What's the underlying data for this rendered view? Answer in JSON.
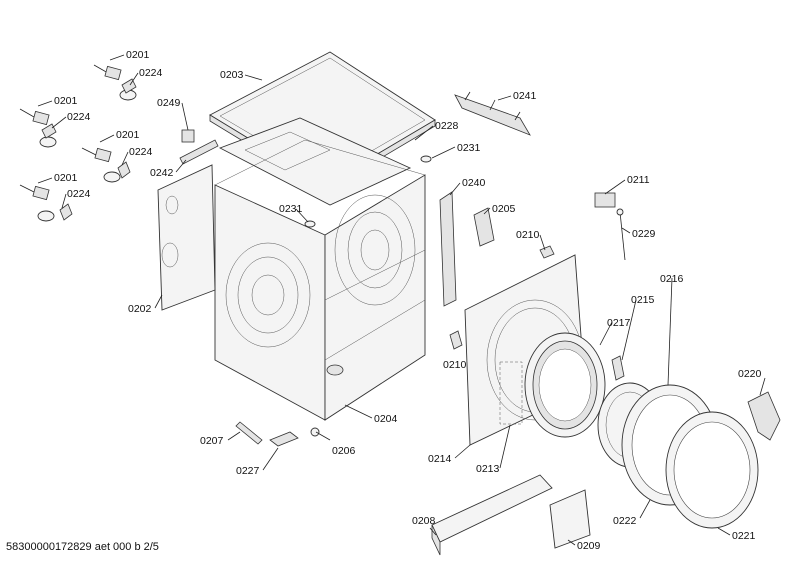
{
  "footer": "58300000172829 aet 000 b 2/5",
  "parts": {
    "p0201a": "0201",
    "p0224a": "0224",
    "p0201b": "0201",
    "p0224b": "0224",
    "p0201c": "0201",
    "p0224c": "0224",
    "p0201d": "0201",
    "p0224d": "0224",
    "p0203": "0203",
    "p0249": "0249",
    "p0228": "0228",
    "p0231a": "0231",
    "p0231b": "0231",
    "p0242": "0242",
    "p0241": "0241",
    "p0240": "0240",
    "p0205": "0205",
    "p0210a": "0210",
    "p0210b": "0210",
    "p0211": "0211",
    "p0229": "0229",
    "p0216": "0216",
    "p0215": "0215",
    "p0217": "0217",
    "p0202": "0202",
    "p0204": "0204",
    "p0207": "0207",
    "p0206": "0206",
    "p0227": "0227",
    "p0214": "0214",
    "p0213": "0213",
    "p0220": "0220",
    "p0222": "0222",
    "p0221": "0221",
    "p0208": "0208",
    "p0209": "0209"
  }
}
